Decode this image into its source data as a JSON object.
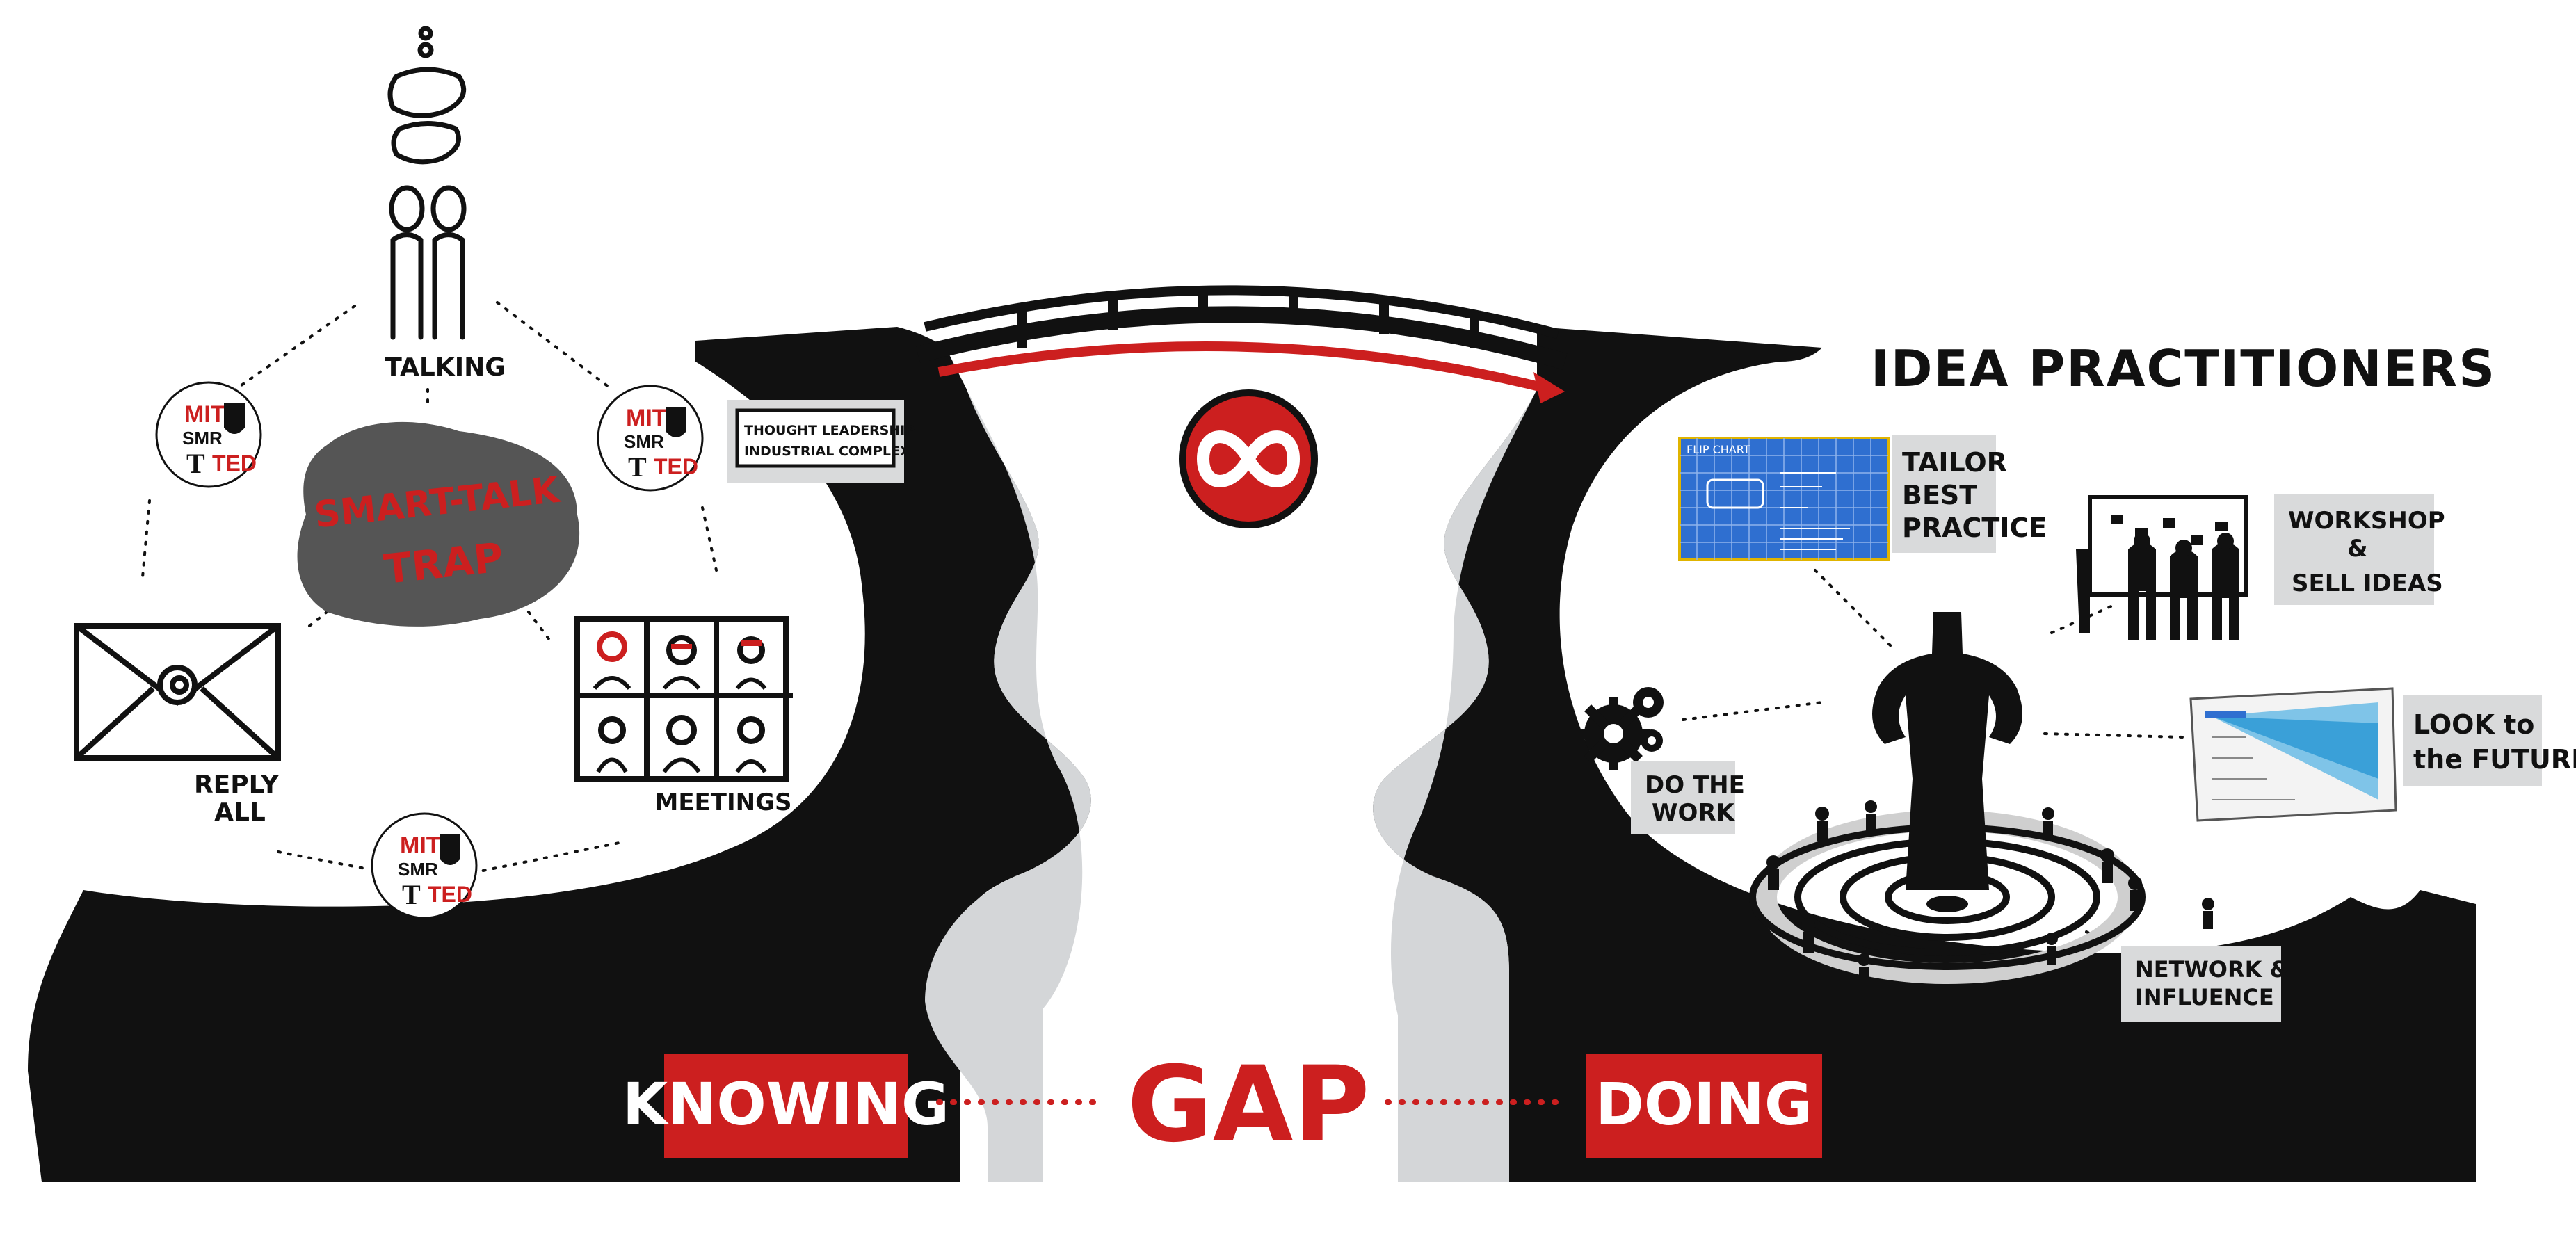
{
  "colors": {
    "ink": "#111111",
    "red": "#cc1f1f",
    "grey_cliff": "#d4d6d8",
    "grey_label": "#d9dadb",
    "blueprint": "#2f6fd0",
    "white": "#ffffff"
  },
  "left": {
    "talking": "TALKING",
    "smart_talk_trap": [
      "SMART-TALK",
      "TRAP"
    ],
    "thought_leadership": [
      "THOUGHT LEADERSHIP",
      "INDUSTRIAL COMPLEX"
    ],
    "reply_all": [
      "REPLY",
      "ALL"
    ],
    "meetings": "MEETINGS",
    "badge": {
      "mit": "MIT",
      "smr": "SMR",
      "ted": "TED",
      "nyt": "T"
    }
  },
  "bridge": {
    "logo_icon": "infinity-icon"
  },
  "right": {
    "title": "IDEA PRACTITIONERS",
    "tailor": [
      "TAILOR",
      "BEST",
      "PRACTICE"
    ],
    "flip_chart": "FLIP CHART",
    "workshop": [
      "WORKSHOP",
      "&",
      "SELL IDEAS"
    ],
    "do_the_work": [
      "DO THE",
      "WORK"
    ],
    "future": [
      "LOOK to",
      "the FUTURE"
    ],
    "network": [
      "NETWORK &",
      "INFLUENCE"
    ]
  },
  "bottom": {
    "knowing": "KNOWING",
    "gap": "GAP",
    "doing": "DOING"
  }
}
